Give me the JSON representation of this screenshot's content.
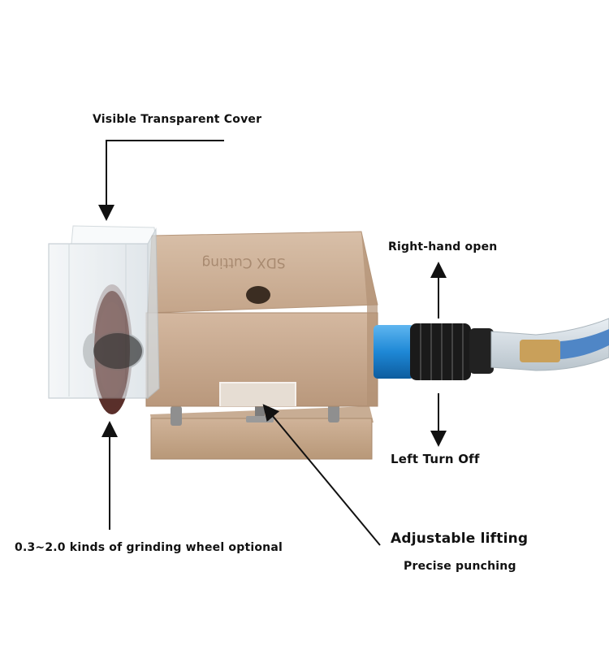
{
  "callouts": {
    "cover": "Visible Transparent Cover",
    "right_open": "Right-hand open",
    "left_off": "Left Turn Off",
    "wheel": "0.3~2.0 kinds of grinding wheel optional",
    "lifting": "Adjustable lifting",
    "punching": "Precise punching"
  },
  "product": {
    "engraved_text": "SDX Cutting"
  },
  "colors": {
    "body": "#c9aa8f",
    "cover": "#e8eef2",
    "blue": "#1e88d6",
    "wheel": "#5a2f2a",
    "arrow": "#111111"
  }
}
